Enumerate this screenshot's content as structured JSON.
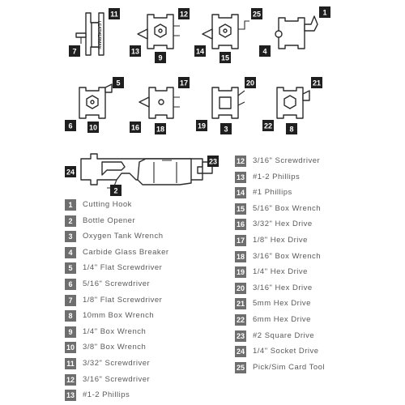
{
  "brand_text": "LEATHERMAN",
  "callouts": {
    "c11": "11",
    "c7": "7",
    "c12": "12",
    "c13": "13",
    "c9": "9",
    "c25": "25",
    "c14": "14",
    "c15": "15",
    "c1": "1",
    "c4": "4",
    "c5": "5",
    "c6": "6",
    "c10": "10",
    "c17": "17",
    "c16": "16",
    "c18": "18",
    "c20": "20",
    "c19": "19",
    "c3": "3",
    "c21": "21",
    "c22": "22",
    "c8": "8",
    "c23": "23",
    "c24": "24",
    "c2": "2"
  },
  "legend_left": [
    {
      "num": "1",
      "label": "Cutting Hook"
    },
    {
      "num": "2",
      "label": "Bottle Opener"
    },
    {
      "num": "3",
      "label": "Oxygen Tank Wrench"
    },
    {
      "num": "4",
      "label": "Carbide Glass Breaker"
    },
    {
      "num": "5",
      "label": "1/4\" Flat Screwdriver"
    },
    {
      "num": "6",
      "label": "5/16\" Screwdriver"
    },
    {
      "num": "7",
      "label": "1/8\" Flat Screwdriver"
    },
    {
      "num": "8",
      "label": "10mm Box Wrench"
    },
    {
      "num": "9",
      "label": "1/4\" Box Wrench"
    },
    {
      "num": "10",
      "label": "3/8\" Box Wrench"
    },
    {
      "num": "11",
      "label": "3/32\" Screwdriver"
    },
    {
      "num": "12",
      "label": "3/16\" Screwdriver"
    },
    {
      "num": "13",
      "label": "#1-2 Phillips"
    }
  ],
  "legend_right": [
    {
      "num": "12",
      "label": "3/16\" Screwdriver"
    },
    {
      "num": "13",
      "label": "#1-2 Phillips"
    },
    {
      "num": "14",
      "label": "#1 Phillips"
    },
    {
      "num": "15",
      "label": "5/16\" Box Wrench"
    },
    {
      "num": "16",
      "label": "3/32\" Hex Drive"
    },
    {
      "num": "17",
      "label": "1/8\" Hex Drive"
    },
    {
      "num": "18",
      "label": "3/16\" Box Wrench"
    },
    {
      "num": "19",
      "label": "1/4\" Hex Drive"
    },
    {
      "num": "20",
      "label": "3/16\" Hex Drive"
    },
    {
      "num": "21",
      "label": "5mm Hex Drive"
    },
    {
      "num": "22",
      "label": "6mm Hex Drive"
    },
    {
      "num": "23",
      "label": "#2 Square Drive"
    },
    {
      "num": "24",
      "label": "1/4\" Socket Drive"
    },
    {
      "num": "25",
      "label": "Pick/Sim Card Tool"
    }
  ]
}
